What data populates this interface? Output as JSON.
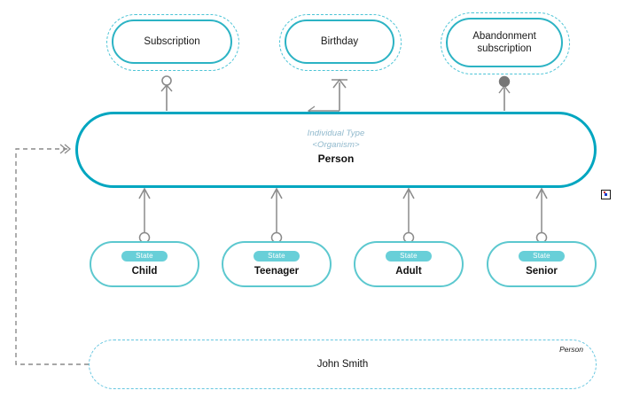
{
  "diagram": {
    "title": "Person individual type with states, events and an individual",
    "colors": {
      "event_border": "#2cb3c4",
      "event_halo": "#4cc4d6",
      "type_border": "#00a6c0",
      "state_border": "#5cc8cf",
      "state_badge_bg": "#68cfd8",
      "individual_border": "#66c6e0",
      "connector": "#888888",
      "meta_text": "#8fb8cc",
      "text": "#111111"
    }
  },
  "events": [
    {
      "label": "Subscription",
      "arrow_marker": "hollow-circle",
      "marker_name": "open-circle-arrowhead"
    },
    {
      "label": "Birthday",
      "arrow_marker": "open-arrow",
      "marker_name": "open-v-arrowhead"
    },
    {
      "label": "Abandonment subscription",
      "label_line1": "Abandonment",
      "label_line2": "subscription",
      "arrow_marker": "filled-circle",
      "marker_name": "filled-circle-arrowhead"
    }
  ],
  "individual_type": {
    "meta_line1": "Individual Type",
    "meta_line2": "<Organism>",
    "name": "Person"
  },
  "states": [
    {
      "badge": "State",
      "name": "Child"
    },
    {
      "badge": "State",
      "name": "Teenager"
    },
    {
      "badge": "State",
      "name": "Adult"
    },
    {
      "badge": "State",
      "name": "Senior"
    }
  ],
  "individual": {
    "name": "John Smith",
    "type_label": "Person"
  },
  "marker": {
    "name": "broken-image-marker"
  }
}
